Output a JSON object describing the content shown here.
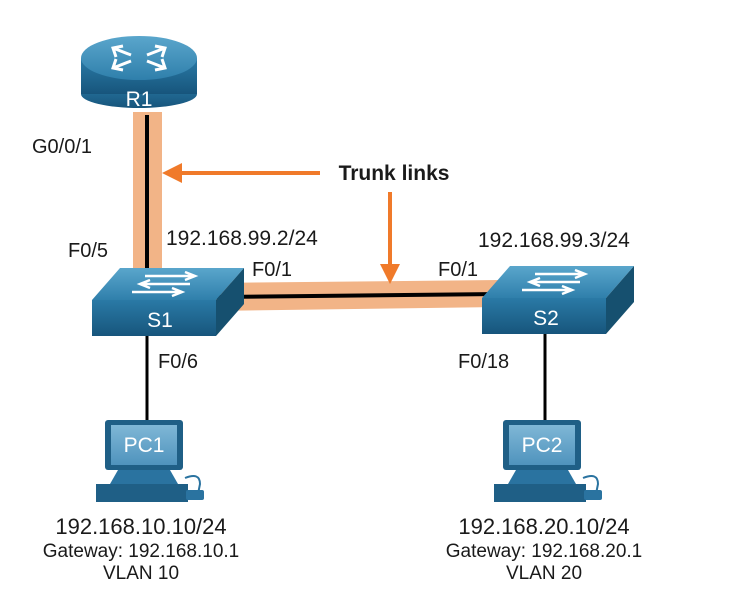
{
  "colors": {
    "trunk_highlight": "#f2b487",
    "link": "#000000",
    "arrow": "#f07a2a",
    "device_top": "#3e8fb7",
    "device_side": "#1f5f86",
    "text": "#1a1a1a"
  },
  "callout": {
    "text": "Trunk links"
  },
  "router": {
    "name": "R1",
    "icon": "router-icon",
    "interface": "G0/0/1"
  },
  "switches": [
    {
      "name": "S1",
      "icon": "switch-icon",
      "ip": "192.168.99.2/24",
      "iface_uplink": "F0/5",
      "iface_trunk": "F0/1",
      "iface_access": "F0/6"
    },
    {
      "name": "S2",
      "icon": "switch-icon",
      "ip": "192.168.99.3/24",
      "iface_trunk": "F0/1",
      "iface_access": "F0/18"
    }
  ],
  "hosts": [
    {
      "name": "PC1",
      "icon": "pc-icon",
      "ip": "192.168.10.10/24",
      "gateway": "Gateway: 192.168.10.1",
      "vlan": "VLAN 10"
    },
    {
      "name": "PC2",
      "icon": "pc-icon",
      "ip": "192.168.20.10/24",
      "gateway": "Gateway: 192.168.20.1",
      "vlan": "VLAN 20"
    }
  ]
}
